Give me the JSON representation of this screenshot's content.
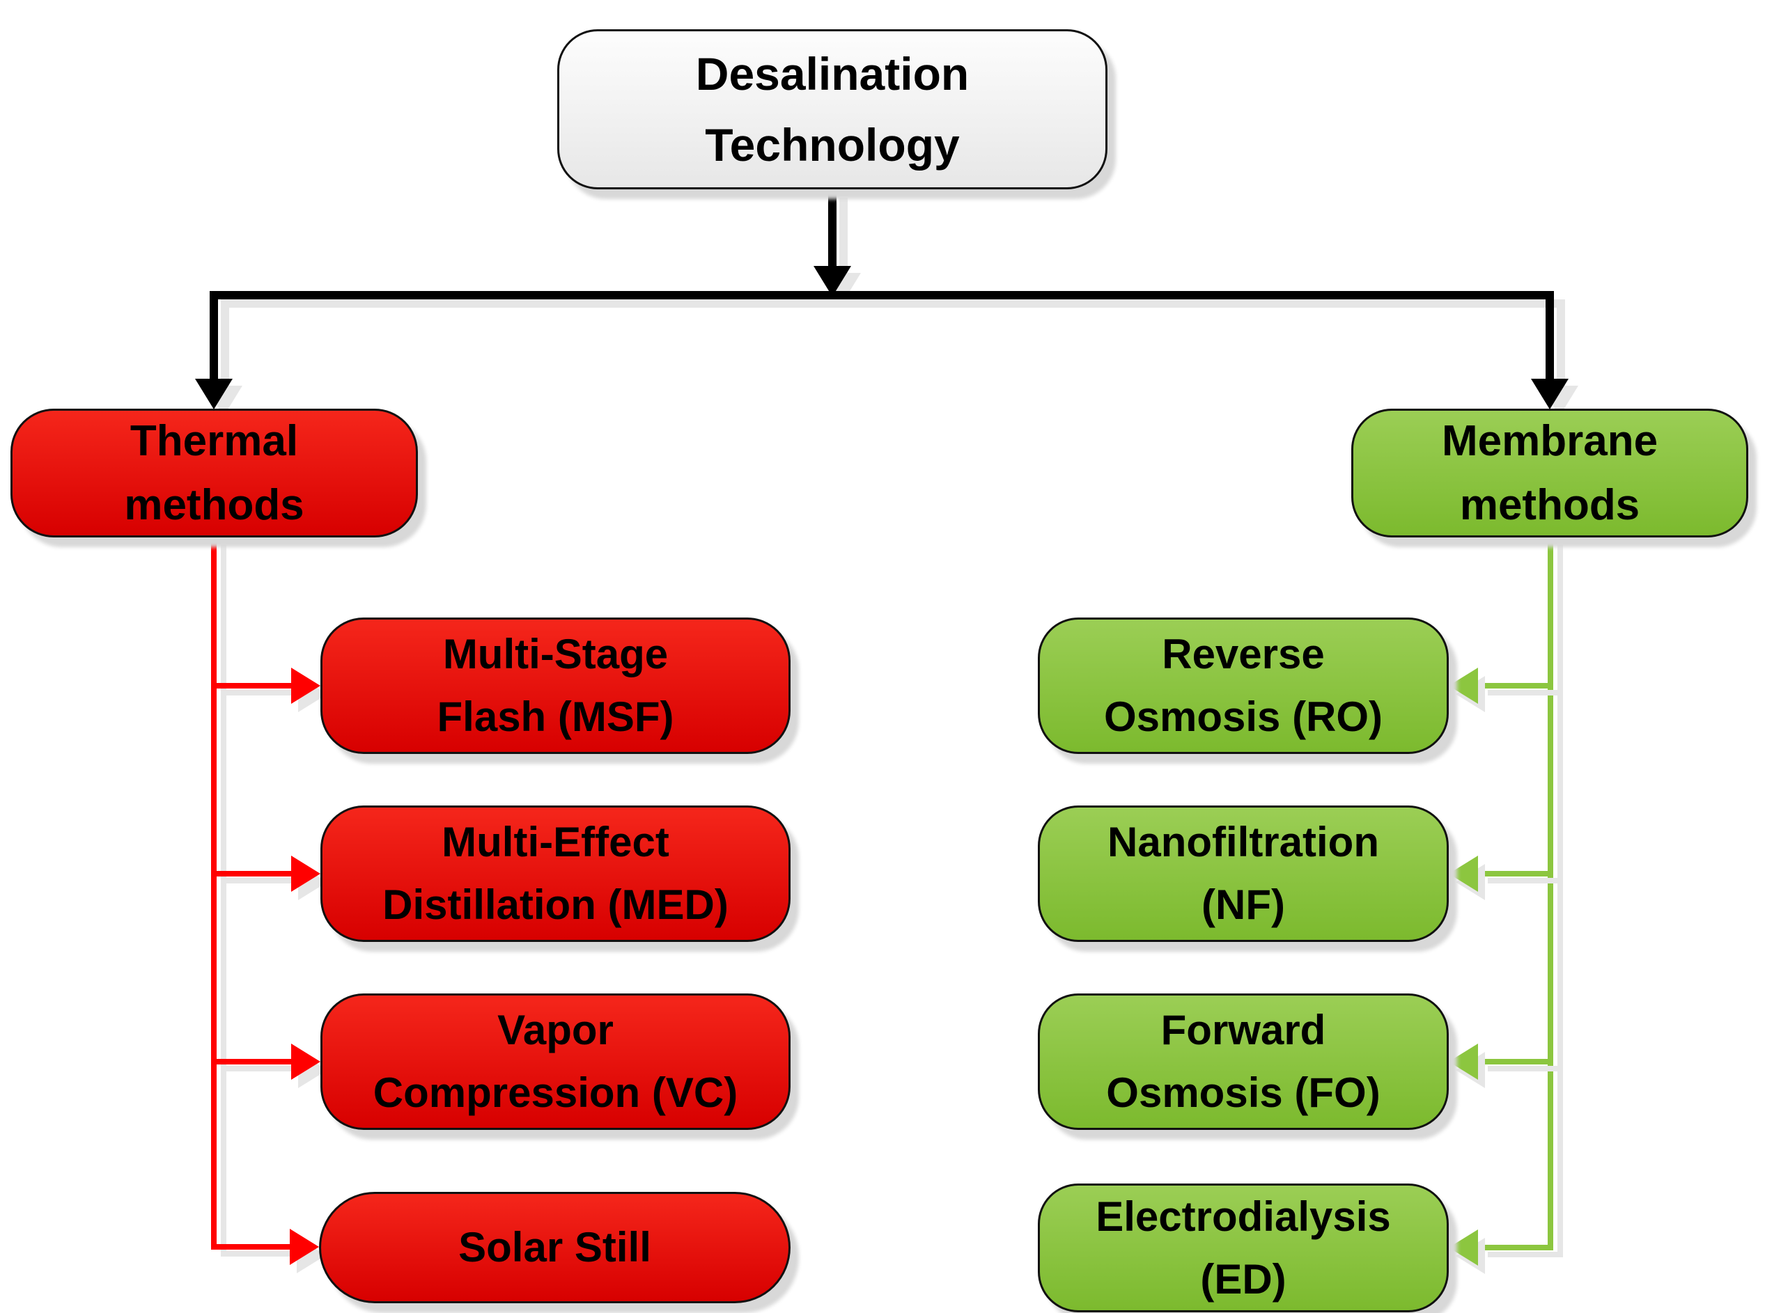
{
  "root": {
    "line1": "Desalination",
    "line2": "Technology"
  },
  "thermal": {
    "parent": {
      "line1": "Thermal",
      "line2": "methods"
    },
    "children": [
      {
        "line1": "Multi-Stage",
        "line2": "Flash (MSF)"
      },
      {
        "line1": "Multi-Effect",
        "line2": "Distillation (MED)"
      },
      {
        "line1": "Vapor",
        "line2": "Compression (VC)"
      },
      {
        "line1": "Solar Still",
        "line2": ""
      }
    ]
  },
  "membrane": {
    "parent": {
      "line1": "Membrane",
      "line2": "methods"
    },
    "children": [
      {
        "line1": "Reverse",
        "line2": "Osmosis (RO)"
      },
      {
        "line1": "Nanofiltration",
        "line2": "(NF)"
      },
      {
        "line1": "Forward",
        "line2": "Osmosis (FO)"
      },
      {
        "line1": "Electrodialysis",
        "line2": "(ED)"
      }
    ]
  },
  "colors": {
    "background": "#ffffff",
    "box_border": "#111111",
    "text": "#000000",
    "root_fill_top": "#fdfdfd",
    "root_fill_bottom": "#e7e7e7",
    "red_fill_top": "#f5261b",
    "red_fill_bottom": "#d70000",
    "green_fill_top": "#9bce55",
    "green_fill_bottom": "#7cba2e",
    "black_line": "#000000",
    "red_line": "#ff0000",
    "green_line": "#8cc63f"
  }
}
